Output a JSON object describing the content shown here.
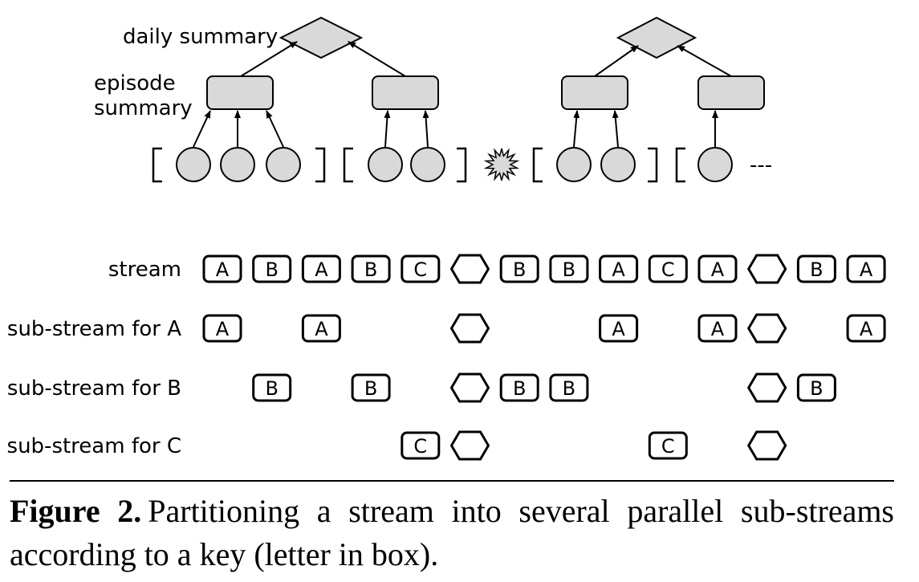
{
  "tree": {
    "daily_summary_label": "daily summary",
    "episode_summary_label_line1": "episode",
    "episode_summary_label_line2": "summary",
    "continuation": "---"
  },
  "rows": [
    {
      "label": "stream",
      "items": [
        "A",
        "B",
        "A",
        "B",
        "C",
        "boundary",
        "B",
        "B",
        "A",
        "C",
        "A",
        "boundary",
        "B",
        "A"
      ]
    },
    {
      "label": "sub-stream for A",
      "items": [
        "A",
        "",
        "A",
        "",
        "",
        "boundary",
        "",
        "",
        "A",
        "",
        "A",
        "boundary",
        "",
        "A"
      ]
    },
    {
      "label": "sub-stream for B",
      "items": [
        "",
        "B",
        "",
        "B",
        "",
        "boundary",
        "B",
        "B",
        "",
        "",
        "",
        "boundary",
        "B",
        ""
      ]
    },
    {
      "label": "sub-stream for C",
      "items": [
        "",
        "",
        "",
        "",
        "C",
        "boundary",
        "",
        "",
        "",
        "C",
        "",
        "boundary",
        "",
        ""
      ]
    }
  ],
  "caption": {
    "figure_label": "Figure 2.",
    "text": "Partitioning a stream into several parallel sub-streams according to a key (letter in box)."
  },
  "colors": {
    "node_fill": "#d9d9d9",
    "stroke": "#000000"
  }
}
